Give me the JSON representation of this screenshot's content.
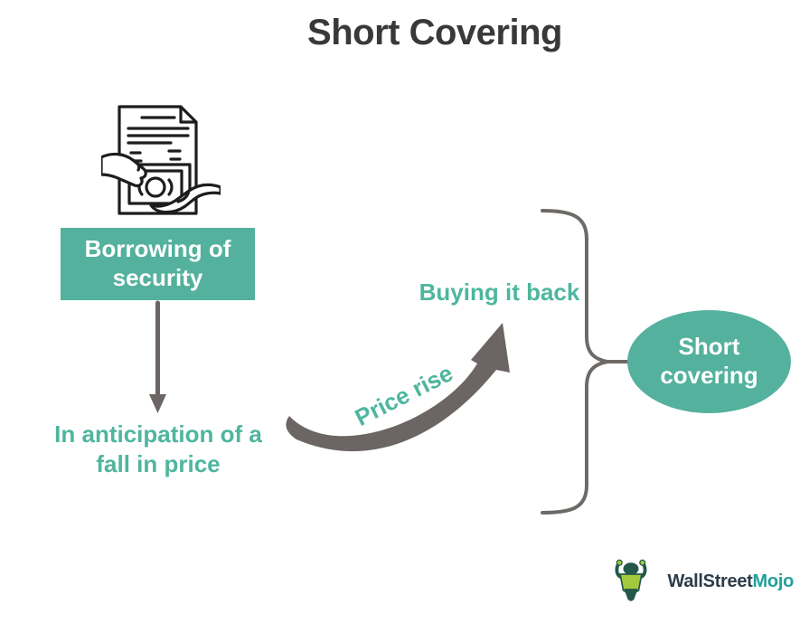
{
  "title": "Short Covering",
  "colors": {
    "teal": "#53b19d",
    "teal-text": "#4eb69e",
    "arrow-gray": "#6b6563",
    "brace-gray": "#6d6a67",
    "title-dark": "#3b3838",
    "logo-dark": "#2d3c48",
    "logo-teal": "#21a09a",
    "icon-ink": "#1d1d1d",
    "bull-dark": "#24584a",
    "bull-green": "#a3c93c"
  },
  "nodes": {
    "borrowing_box": "Borrowing of\nsecurity",
    "anticipation": "In anticipation of a\nfall in price",
    "price_rise": "Price rise",
    "buying_back": "Buying it back",
    "short_covering": "Short\ncovering"
  },
  "icons": {
    "document_money": "document-money-exchange-icon",
    "down_arrow": "down-arrow",
    "curved_arrow": "curved-up-arrow",
    "brace": "right-curly-brace",
    "bull": "bull-mascot-icon"
  },
  "logo": {
    "wallstreet": "WallStreet",
    "mojo": "Mojo"
  }
}
